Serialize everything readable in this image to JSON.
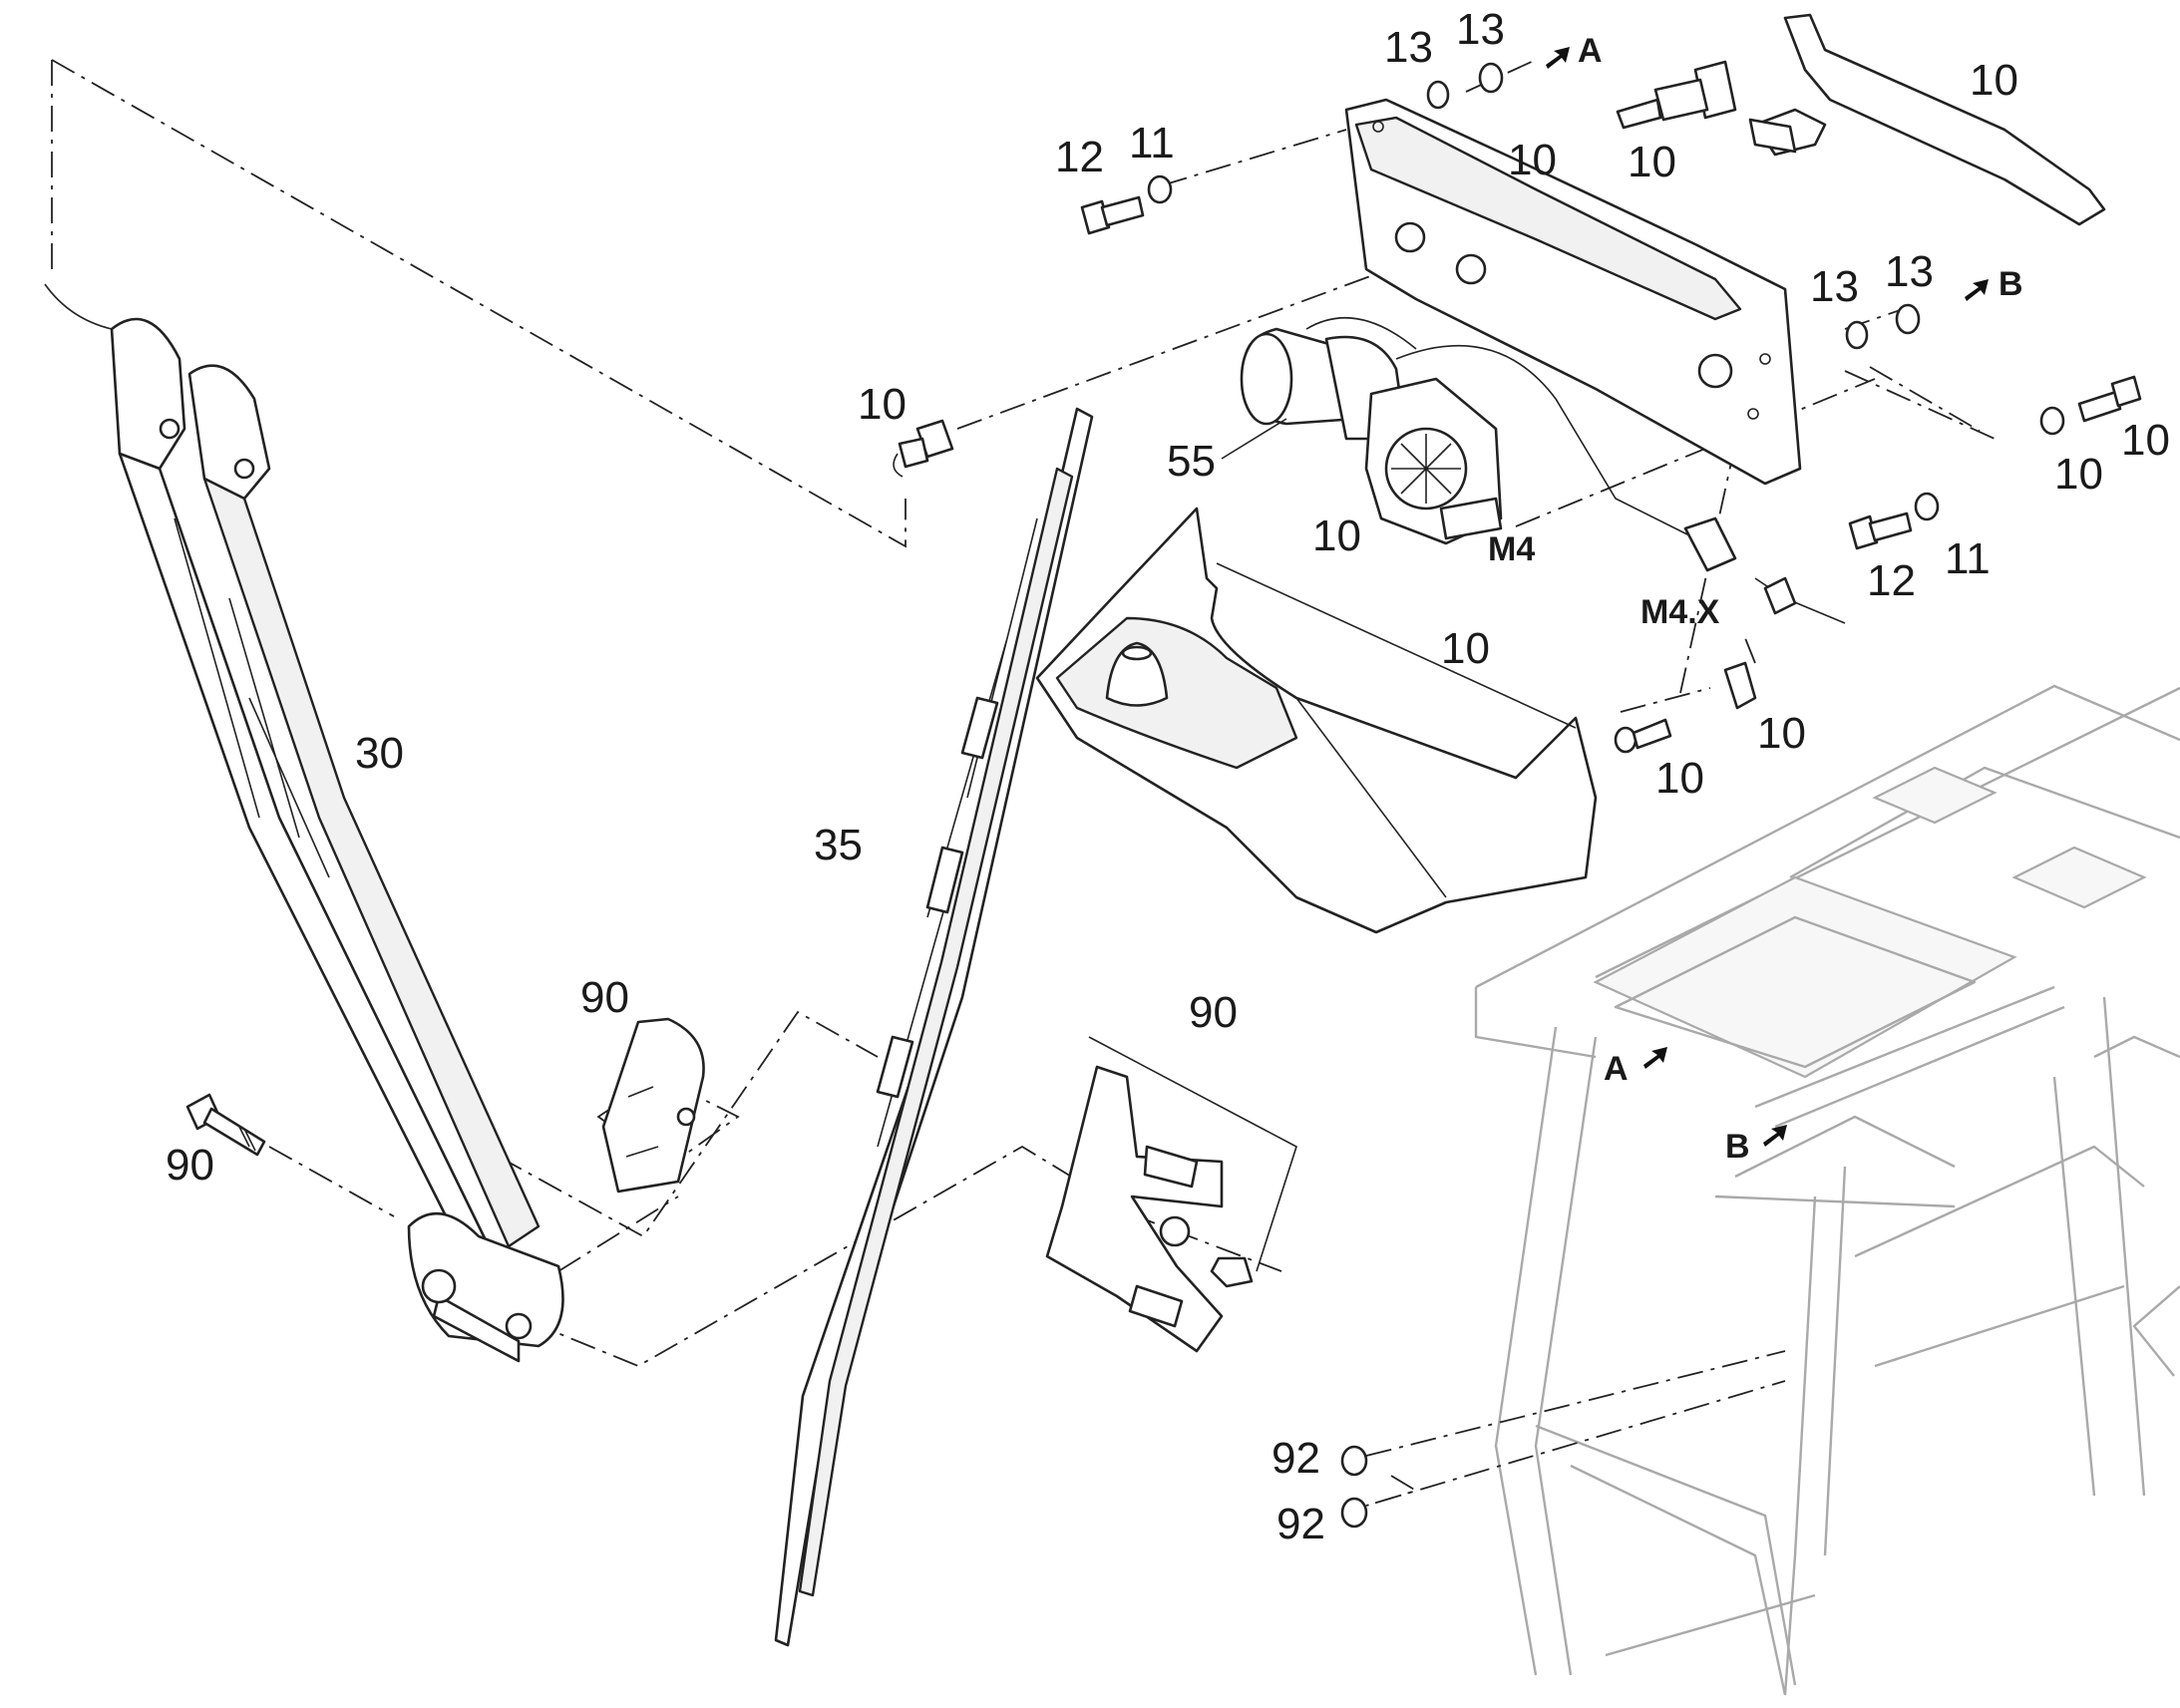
{
  "colors": {
    "line": "#222222",
    "cab_line": "#a9a9a9",
    "background": "#ffffff"
  },
  "callouts": {
    "washer_a1": "13",
    "washer_a2": "13",
    "arrow_a": "A",
    "pivot_bracket": "10",
    "pivot_pin": "10",
    "mounting_plate": "10",
    "bolt_top": "12",
    "washer_top": "11",
    "washer_b1": "13",
    "washer_b2": "13",
    "arrow_b": "B",
    "bolt_right": "10",
    "washer_right": "10",
    "bolt_lower": "12",
    "washer_lower": "11",
    "washer_nozzle": "10",
    "motor_55": "55",
    "motor_cover": "10",
    "motor_id": "M4",
    "connector_id": "M4.X",
    "cover_shell": "10",
    "screw": "10",
    "clip": "10",
    "arm": "30",
    "blade": "35",
    "adapter_left": "90",
    "adapter_right": "90",
    "arm_bolt": "90",
    "cab_arrow_a": "A",
    "cab_arrow_b": "B",
    "plug_1": "92",
    "plug_2": "92"
  }
}
